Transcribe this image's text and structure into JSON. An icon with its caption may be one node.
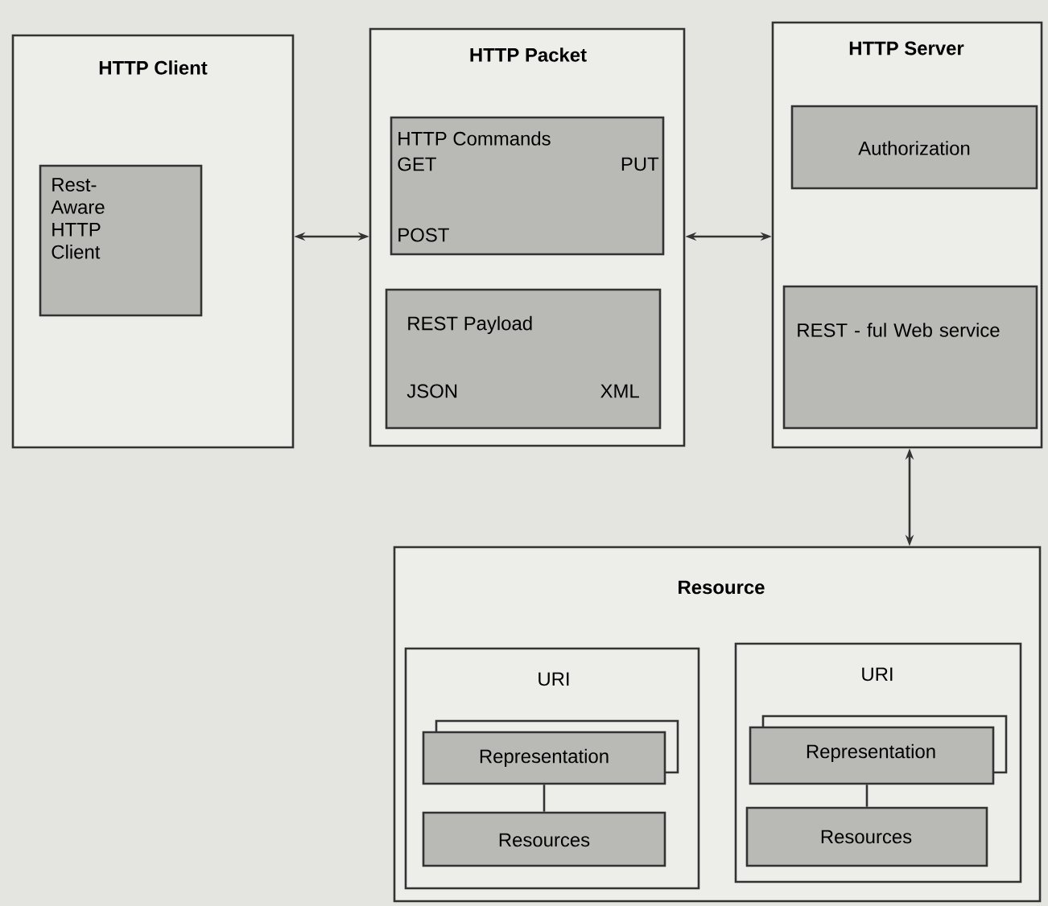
{
  "diagram": {
    "nodes": [
      {
        "text": [
          "HTTP Client"
        ]
      },
      {
        "text": [
          "Rest-Aware HTTP Client"
        ],
        "in": 0
      },
      {
        "text": [
          "HTTP Packet"
        ]
      },
      {
        "text": [
          "HTTP Commands",
          "GET",
          "PUT",
          "POST"
        ],
        "in": 2
      },
      {
        "text": [
          "REST Payload",
          "JSON",
          "XML"
        ],
        "in": 2
      },
      {
        "text": [
          "HTTP Server"
        ]
      },
      {
        "text": [
          "Authorization"
        ],
        "in": 5
      },
      {
        "text": [
          "REST - ful Web service"
        ],
        "in": 5
      },
      {
        "text": [
          "Resource"
        ]
      },
      {
        "text": [
          "URI"
        ],
        "in": 8
      },
      {
        "text": [
          "Representation"
        ],
        "in": 9
      },
      {
        "text": [
          "Resources"
        ],
        "in": 9
      },
      {
        "text": [
          "URI"
        ],
        "in": 8
      },
      {
        "text": [
          "Representation"
        ],
        "in": 12
      },
      {
        "text": [
          "Resources"
        ],
        "in": 12
      }
    ],
    "edges": [
      {
        "from": 0,
        "to": 2,
        "arrow": "both"
      },
      {
        "from": 2,
        "to": 5,
        "arrow": "both"
      },
      {
        "from": 5,
        "to": 8,
        "arrow": "both"
      },
      {
        "from": 10,
        "to": 11,
        "arrow": "none"
      },
      {
        "from": 13,
        "to": 14,
        "arrow": "none"
      }
    ]
  }
}
